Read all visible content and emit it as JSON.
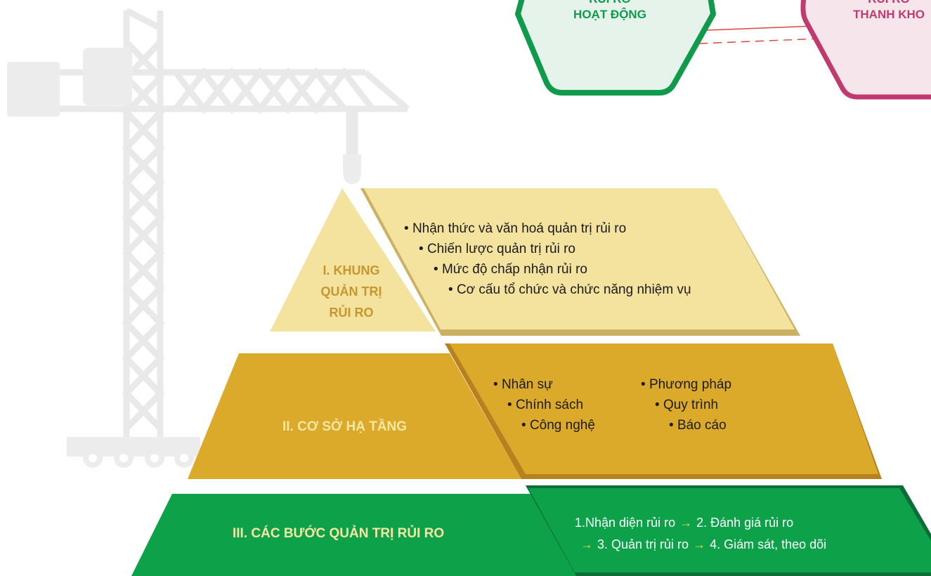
{
  "hexagons": {
    "operational_risk": {
      "line1": "RỦI RO",
      "line2": "HOẠT ĐỘNG",
      "color": "#0f9a4c",
      "fill": "#e6f3ea"
    },
    "liquidity_risk": {
      "line1": "RỦI RO",
      "line2": "THANH KHO",
      "color": "#c13a6f",
      "fill": "#f7e5ec"
    }
  },
  "pyramid": {
    "tier1": {
      "title_lines": [
        "I. KHUNG",
        "QUẢN TRỊ",
        "RỦI RO"
      ],
      "items": [
        "Nhận thức và văn hoá quản trị rủi ro",
        "Chiến lược quản trị rủi ro",
        "Mức độ chấp nhận rủi ro",
        "Cơ cấu tổ chức và chức năng nhiệm vụ"
      ],
      "color": "#f3e39f"
    },
    "tier2": {
      "title": "II. CƠ SỞ HẠ TẦNG",
      "items_left": [
        "Nhân sự",
        "Chính sách",
        "Công nghệ"
      ],
      "items_right": [
        "Phương pháp",
        "Quy trình",
        "Báo cáo"
      ],
      "color": "#dcaa2a"
    },
    "tier3": {
      "title": "III. CÁC BƯỚC QUẢN TRỊ RỦI RO",
      "steps": {
        "s1": "1.Nhận diện rủi ro",
        "s2": "2. Đánh giá rủi ro",
        "s3": "3. Quản trị rủi ro",
        "s4": "4. Giám sát, theo dõi"
      },
      "arrow": "→",
      "color": "#0da24a"
    }
  }
}
